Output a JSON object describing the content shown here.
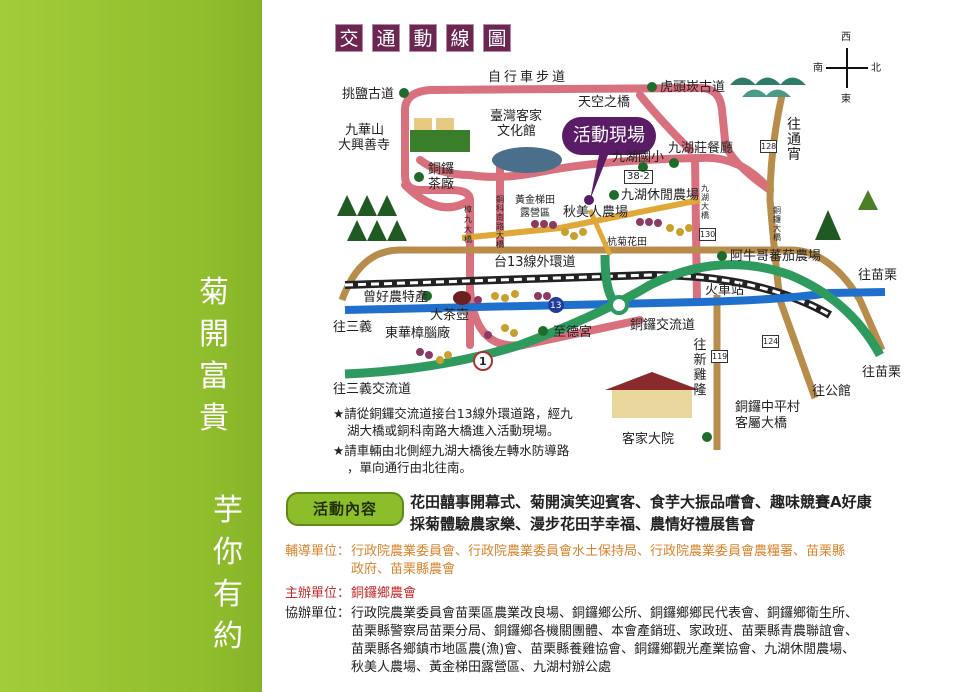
{
  "slogan": {
    "line1": "菊開富貴",
    "line2": "芋你有約"
  },
  "title_chars": [
    "交",
    "通",
    "動",
    "線",
    "圖"
  ],
  "compass": {
    "west": "西",
    "south": "南",
    "north": "北",
    "east": "東"
  },
  "colors": {
    "side_green": "#92c02e",
    "title_purple": "#6b2752",
    "venue_purple": "#5b1c67",
    "local_road": "#d9707e",
    "county_road": "#b88c4a",
    "freeway": "#2e9a5e",
    "river_road": "#1f6fcc",
    "farm_road": "#e0a838",
    "sponsor_orange": "#d9832c",
    "organizer_red": "#c8282a"
  },
  "map": {
    "venue": "活動現場",
    "labels": {
      "bike_path": "自行車步道",
      "hutoukan": "虎頭崁古道",
      "tiaoyan": "挑鹽古道",
      "sky_bridge": "天空之橋",
      "jiuhuashan_1": "九華山",
      "jiuhuashan_2": "大興善寺",
      "hakka_museum_1": "臺灣客家",
      "hakka_museum_2": "文化館",
      "jiuhu_school": "九湖國小",
      "jiuhu_restaurant": "九湖莊餐廳",
      "tea_factory_1": "銅鑼",
      "tea_factory_2": "茶廠",
      "jiuhu_farm": "九湖休閒農場",
      "terrace_camp_1": "黃金梯田",
      "terrace_camp_2": "露營區",
      "qiumeiren": "秋美人農場",
      "chrysanthemum": "杭菊花田",
      "tai13": "台13線外環道",
      "tomato_farm": "阿牛哥蕃茄農場",
      "to_miaoli_1": "往苗栗",
      "zenghao": "曾好農特產",
      "station": "火車站",
      "teapot": "大茶壺",
      "to_sanyi": "往三義",
      "camphor": "東華樟腦廠",
      "temple": "至德宮",
      "tongluo_ic": "銅鑼交流道",
      "to_xinjilong": "往新雞隆",
      "to_miaoli_2": "往苗栗",
      "to_gongguan": "往公館",
      "to_sanyi_ic": "往三義交流道",
      "zhongping_1": "銅鑼中平村",
      "zhongping_2": "客屬大橋",
      "hakka_courtyard": "客家大院",
      "to_tongxiao": "往通宵",
      "zhangjiu_bridge": "樟九大橋",
      "tongke_bridge": "銅科南路大橋",
      "jiuhu_bridge": "九湖大橋",
      "tongluo_bridge": "銅鑼大橋"
    },
    "routes": {
      "r38_2": "38-2",
      "r128": "128",
      "r130": "130",
      "r119": "119",
      "r124": "124",
      "r13": "13",
      "r1": "1"
    },
    "notes": [
      "★請從銅鑼交流道接台13線外環道路，經九",
      "湖大橋或銅科南路大橋進入活動現場。",
      "★請車輛由北側經九湖大橋後左轉水防導路",
      "，單向通行由北往南。"
    ]
  },
  "activities": {
    "badge": "活動內容",
    "line1": "花田囍事開幕式、菊開演笑迎賓客、食芋大振品嚐會、趣味競賽A好康",
    "line2": "採菊體驗農家樂、漫步花田芋幸福、農情好禮展售會"
  },
  "credits": {
    "advisor_label": "輔導單位：",
    "advisor_1": "行政院農業委員會、行政院農業委員會水土保持局、行政院農業委員會農糧署、苗栗縣",
    "advisor_2": "政府、苗栗縣農會",
    "organizer_label": "主辦單位：",
    "organizer": "銅鑼鄉農會",
    "co_label": "協辦單位：",
    "co_1": "行政院農業委員會苗栗區農業改良場、銅鑼鄉公所、銅鑼鄉鄉民代表會、銅鑼鄉衛生所、",
    "co_2": "苗栗縣警察局苗栗分局、銅鑼鄉各機關團體、本會產銷班、家政班、苗栗縣青農聯誼會、",
    "co_3": "苗栗縣各鄉鎮市地區農(漁)會、苗栗縣養雞協會、銅鑼鄉觀光產業協會、九湖休閒農場、",
    "co_4": "秋美人農場、黃金梯田露營區、九湖村辦公處"
  }
}
